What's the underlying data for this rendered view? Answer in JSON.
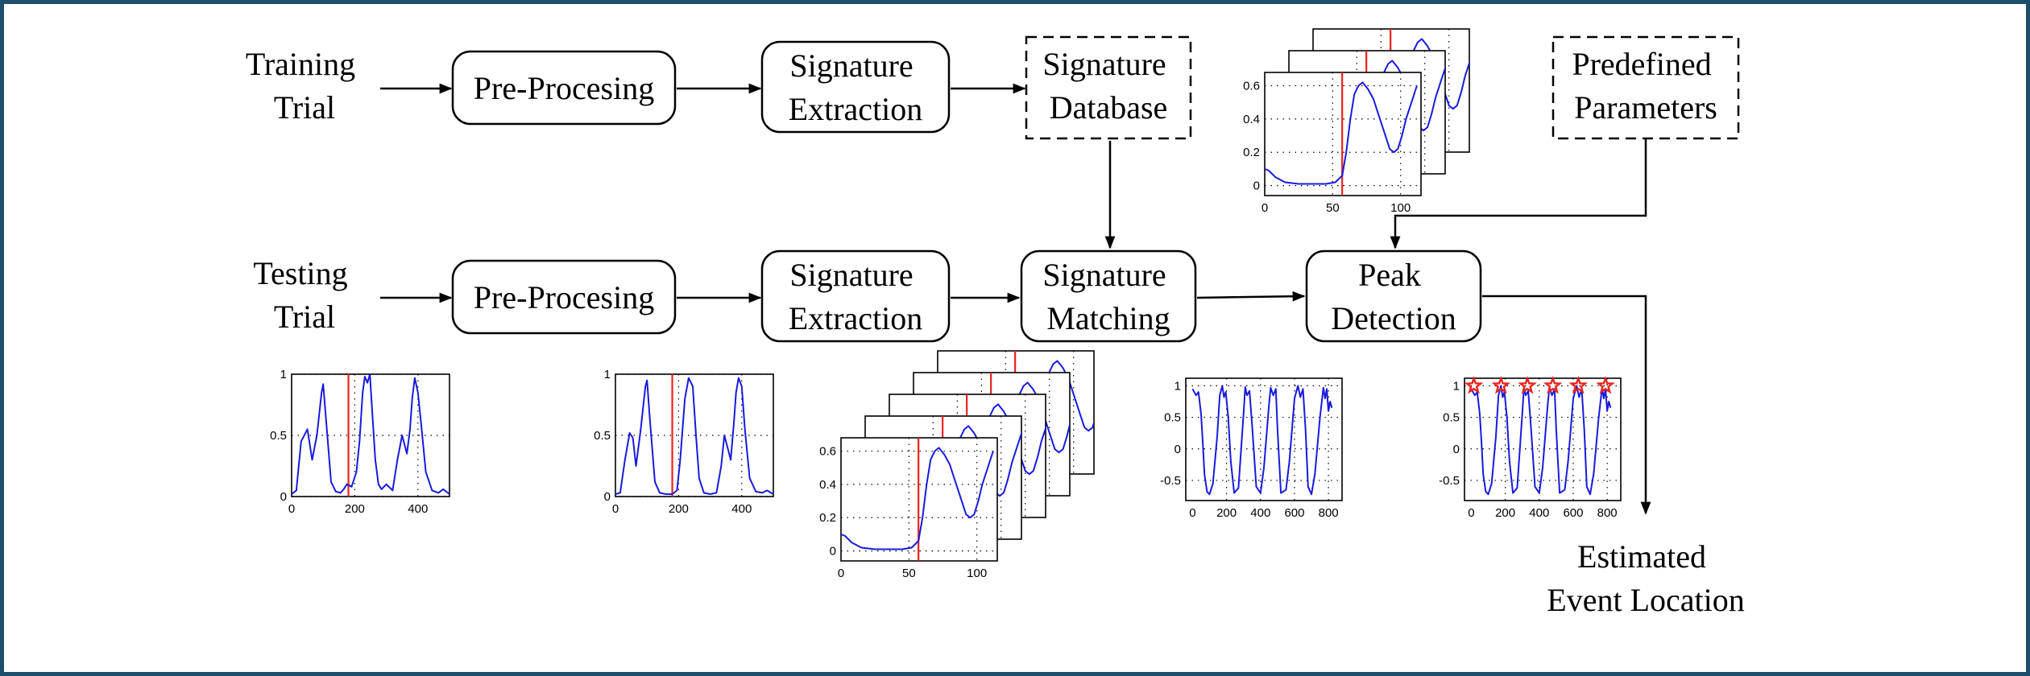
{
  "inputs": {
    "training": [
      "Training",
      "Trial"
    ],
    "testing": [
      "Testing",
      "Trial"
    ]
  },
  "output": [
    "Estimated",
    "Event Location"
  ],
  "nodes": {
    "pre_processing_training": [
      "Pre-Procesing"
    ],
    "signature_extraction_training": [
      "Signature",
      "Extraction"
    ],
    "signature_database": [
      "Signature",
      "Database"
    ],
    "predefined_parameters": [
      "Predefined",
      "Parameters"
    ],
    "pre_processing_testing": [
      "Pre-Procesing"
    ],
    "signature_extraction_testing": [
      "Signature",
      "Extraction"
    ],
    "signature_matching": [
      "Signature",
      "Matching"
    ],
    "peak_detection": [
      "Peak",
      "Detection"
    ]
  },
  "colors": {
    "frame": "#1d4e6b",
    "signal": "#1a1adc",
    "marker": "#e8241f",
    "ink": "#000000"
  },
  "chart_data": [
    {
      "id": "preprocessed-signal",
      "type": "line",
      "xlim": [
        0,
        500
      ],
      "ylim": [
        0,
        1
      ],
      "xticks": [
        "0",
        "200",
        "400"
      ],
      "yticks": [
        "0",
        "0.5",
        "1"
      ],
      "marker_x": 180,
      "x": [
        0,
        15,
        30,
        50,
        65,
        80,
        95,
        100,
        110,
        125,
        140,
        155,
        165,
        175,
        190,
        205,
        215,
        225,
        232,
        240,
        248,
        255,
        265,
        275,
        285,
        300,
        320,
        335,
        350,
        365,
        375,
        382,
        390,
        400,
        410,
        425,
        445,
        465,
        480,
        500
      ],
      "y": [
        0.02,
        0.05,
        0.45,
        0.55,
        0.3,
        0.5,
        0.85,
        0.92,
        0.6,
        0.12,
        0.04,
        0.03,
        0.06,
        0.1,
        0.08,
        0.2,
        0.45,
        0.85,
        0.98,
        0.93,
        1.0,
        0.7,
        0.3,
        0.1,
        0.06,
        0.1,
        0.05,
        0.3,
        0.5,
        0.35,
        0.55,
        0.8,
        0.97,
        0.85,
        0.6,
        0.2,
        0.05,
        0.03,
        0.06,
        0.02
      ]
    },
    {
      "id": "extracted-signature-signal",
      "type": "line",
      "xlim": [
        0,
        500
      ],
      "ylim": [
        0,
        1
      ],
      "xticks": [
        "0",
        "200",
        "400"
      ],
      "yticks": [
        "0",
        "0.5",
        "1"
      ],
      "marker_x": 180,
      "x": [
        0,
        15,
        30,
        45,
        55,
        65,
        80,
        95,
        100,
        110,
        125,
        140,
        160,
        180,
        195,
        205,
        220,
        232,
        245,
        255,
        265,
        280,
        300,
        320,
        335,
        345,
        355,
        365,
        375,
        382,
        390,
        400,
        410,
        425,
        445,
        465,
        480,
        500
      ],
      "y": [
        0.02,
        0.03,
        0.3,
        0.52,
        0.48,
        0.25,
        0.55,
        0.9,
        0.95,
        0.6,
        0.12,
        0.03,
        0.02,
        0.02,
        0.05,
        0.3,
        0.8,
        0.97,
        0.9,
        0.5,
        0.15,
        0.03,
        0.02,
        0.03,
        0.25,
        0.5,
        0.4,
        0.3,
        0.6,
        0.85,
        0.97,
        0.9,
        0.55,
        0.15,
        0.04,
        0.03,
        0.05,
        0.02
      ]
    },
    {
      "id": "signature-template",
      "type": "line",
      "xlim": [
        0,
        115
      ],
      "ylim": [
        -0.06,
        0.68
      ],
      "xticks": [
        "0",
        "50",
        "100"
      ],
      "yticks": [
        "0",
        "0.2",
        "0.4",
        "0.6"
      ],
      "marker_x": 57,
      "x": [
        0,
        3,
        8,
        15,
        25,
        35,
        45,
        52,
        57,
        60,
        63,
        66,
        69,
        72,
        76,
        80,
        84,
        88,
        92,
        95,
        98,
        101,
        104,
        108,
        112
      ],
      "y": [
        0.1,
        0.09,
        0.05,
        0.02,
        0.01,
        0.01,
        0.01,
        0.02,
        0.06,
        0.2,
        0.4,
        0.55,
        0.6,
        0.62,
        0.58,
        0.52,
        0.42,
        0.32,
        0.22,
        0.2,
        0.22,
        0.3,
        0.4,
        0.5,
        0.6
      ]
    },
    {
      "id": "matching-output",
      "type": "line",
      "xlim": [
        -40,
        880
      ],
      "ylim": [
        -0.82,
        1.12
      ],
      "xticks": [
        "0",
        "200",
        "400",
        "600",
        "800"
      ],
      "yticks": [
        "-0.5",
        "0",
        "0.5",
        "1"
      ],
      "x": [
        0,
        20,
        35,
        50,
        60,
        70,
        85,
        100,
        120,
        145,
        160,
        175,
        185,
        195,
        210,
        225,
        245,
        270,
        300,
        310,
        320,
        335,
        350,
        375,
        400,
        420,
        450,
        460,
        475,
        490,
        500,
        520,
        550,
        570,
        600,
        620,
        635,
        650,
        665,
        680,
        700,
        720,
        750,
        770,
        780,
        790,
        800,
        810,
        820
      ],
      "y": [
        0.95,
        0.85,
        0.9,
        0.55,
        0.1,
        -0.4,
        -0.68,
        -0.72,
        -0.55,
        0.2,
        0.85,
        1.0,
        0.82,
        0.9,
        0.5,
        -0.2,
        -0.7,
        -0.62,
        0.55,
        0.98,
        0.85,
        0.92,
        0.4,
        -0.6,
        -0.7,
        -0.3,
        0.7,
        0.97,
        0.85,
        0.95,
        0.3,
        -0.7,
        -0.65,
        -0.2,
        0.8,
        1.0,
        0.82,
        0.95,
        0.3,
        -0.6,
        -0.72,
        -0.4,
        0.5,
        0.97,
        0.8,
        0.95,
        0.6,
        0.75,
        0.65
      ]
    },
    {
      "id": "detected-peaks",
      "type": "line",
      "xlim": [
        -40,
        880
      ],
      "ylim": [
        -0.82,
        1.12
      ],
      "xticks": [
        "0",
        "200",
        "400",
        "600",
        "800"
      ],
      "yticks": [
        "-0.5",
        "0",
        "0.5",
        "1"
      ],
      "peaks": [
        [
          15,
          1
        ],
        [
          175,
          1
        ],
        [
          330,
          1
        ],
        [
          480,
          1
        ],
        [
          630,
          1
        ],
        [
          790,
          1
        ]
      ],
      "x": [
        0,
        20,
        35,
        50,
        60,
        70,
        85,
        100,
        120,
        145,
        160,
        175,
        185,
        195,
        210,
        225,
        245,
        270,
        300,
        310,
        320,
        335,
        350,
        375,
        400,
        420,
        450,
        460,
        475,
        490,
        500,
        520,
        550,
        570,
        600,
        620,
        635,
        650,
        665,
        680,
        700,
        720,
        750,
        770,
        780,
        790,
        800,
        810,
        820
      ],
      "y": [
        0.95,
        0.85,
        0.9,
        0.55,
        0.1,
        -0.4,
        -0.68,
        -0.72,
        -0.55,
        0.2,
        0.85,
        1.0,
        0.82,
        0.9,
        0.5,
        -0.2,
        -0.7,
        -0.62,
        0.55,
        0.98,
        0.85,
        0.92,
        0.4,
        -0.6,
        -0.7,
        -0.3,
        0.7,
        0.97,
        0.85,
        0.95,
        0.3,
        -0.7,
        -0.65,
        -0.2,
        0.8,
        1.0,
        0.82,
        0.95,
        0.3,
        -0.6,
        -0.72,
        -0.4,
        0.5,
        0.97,
        0.8,
        0.95,
        0.6,
        0.75,
        0.65
      ]
    }
  ]
}
